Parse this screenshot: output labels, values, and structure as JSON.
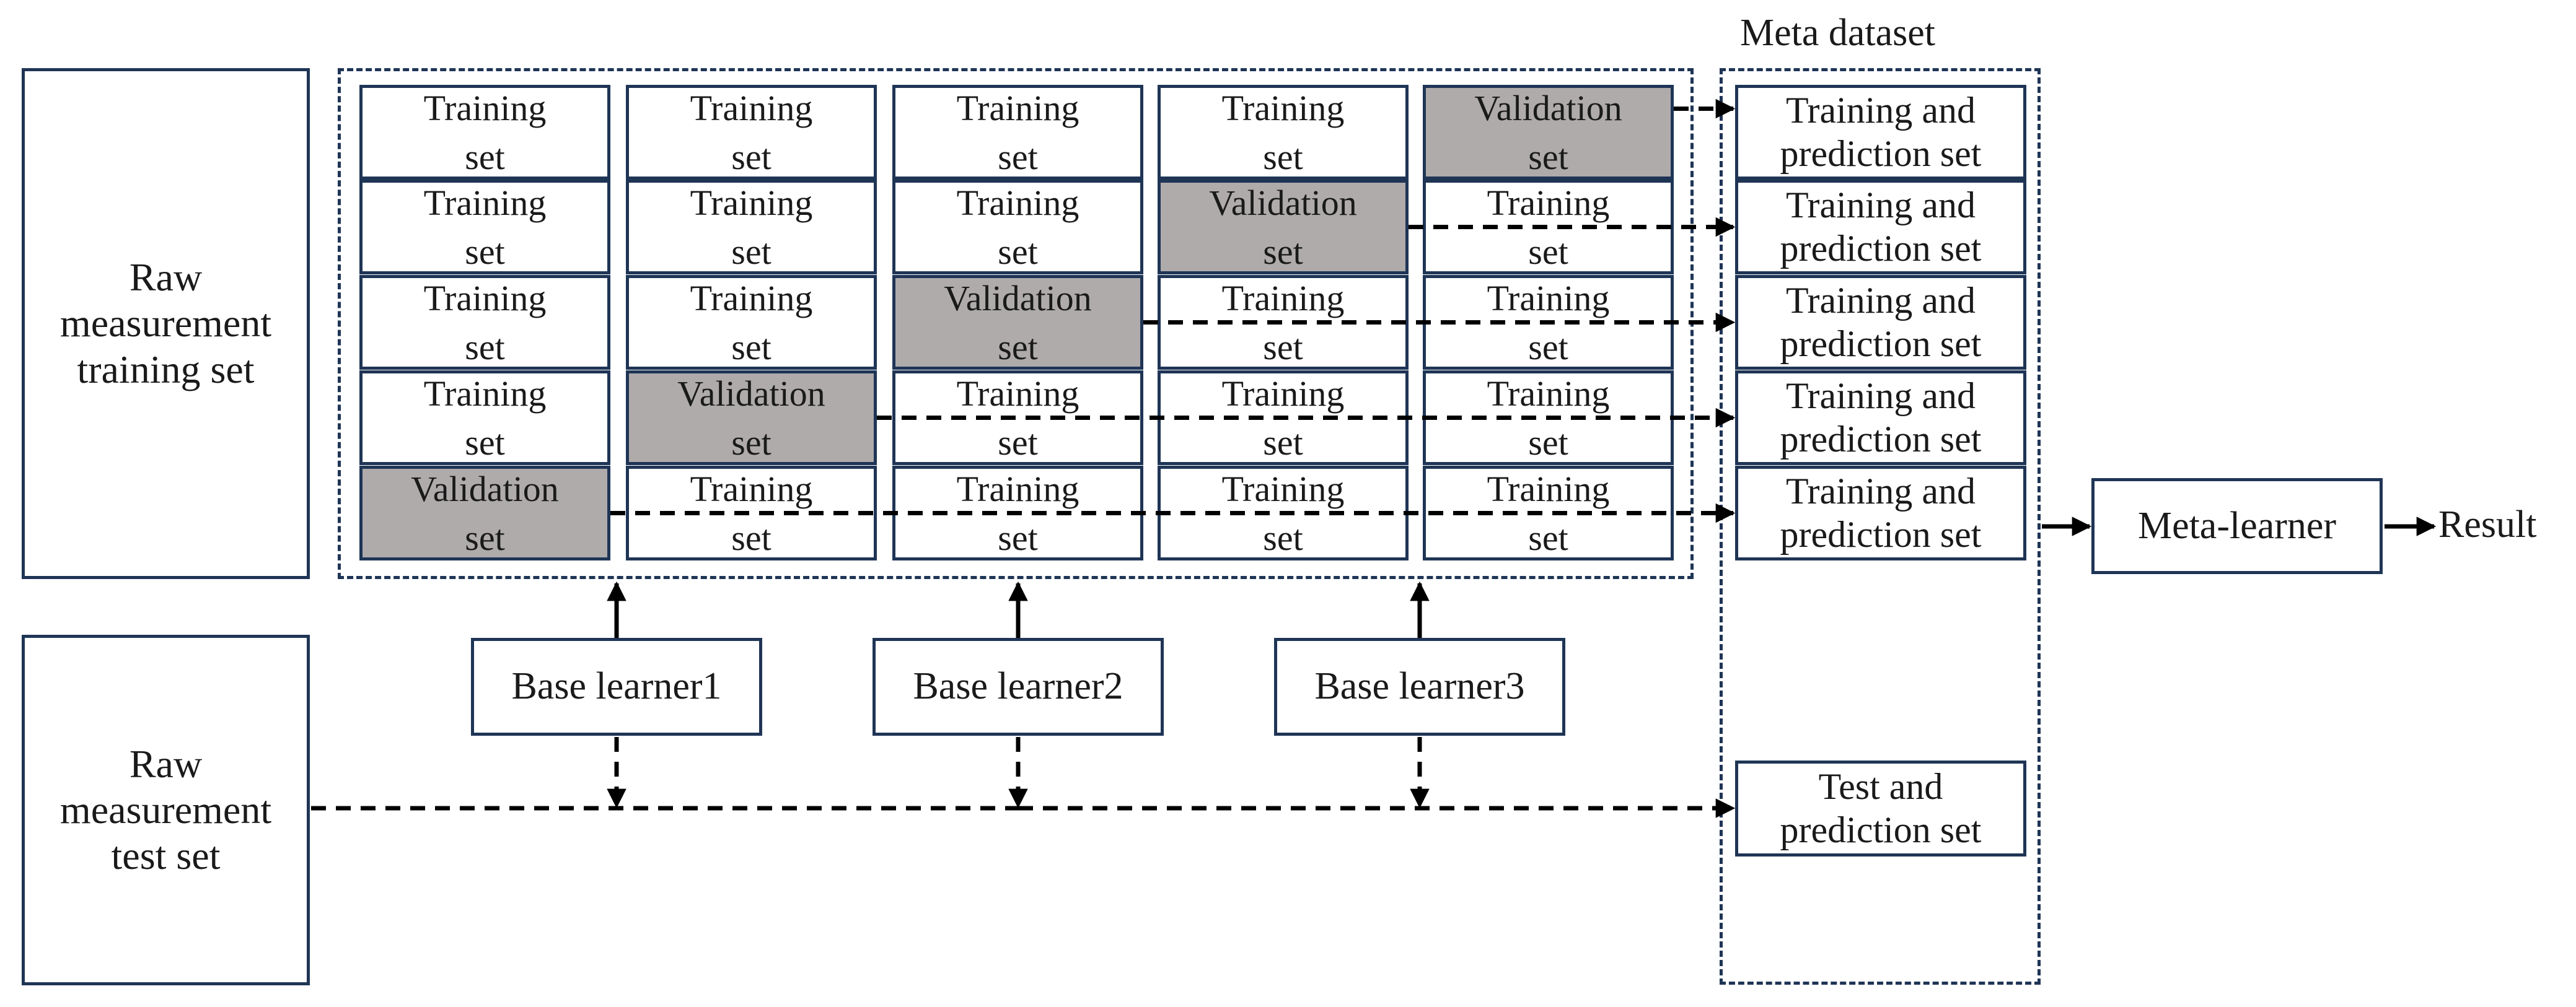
{
  "left": {
    "train_lines": [
      "Raw",
      "measurement",
      "training set"
    ],
    "test_lines": [
      "Raw",
      "measurement",
      "test set"
    ]
  },
  "grid": {
    "training_lines": [
      "Training",
      "set"
    ],
    "validation_lines": [
      "Validation",
      "set"
    ]
  },
  "learners": [
    "Base learner1",
    "Base learner2",
    "Base learner3"
  ],
  "meta": {
    "title": "Meta dataset",
    "train_pred_lines": [
      "Training and",
      "prediction set"
    ],
    "test_pred_lines": [
      "Test and",
      "prediction set"
    ]
  },
  "meta_learner": "Meta-learner",
  "result": "Result",
  "colors": {
    "border": "#1f3556",
    "validation_fill": "#afabab",
    "arrow": "#000000"
  }
}
